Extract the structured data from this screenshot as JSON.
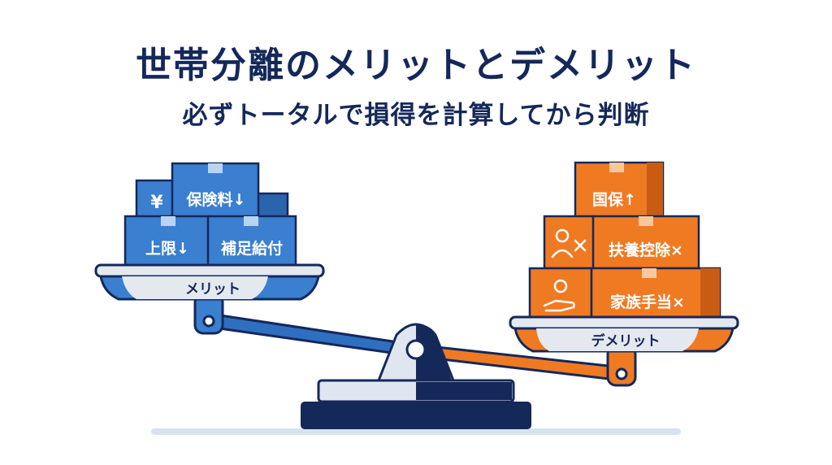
{
  "title": "世帯分離のメリットとデメリット",
  "subtitle": "必ずトータルで損得を計算してから判断",
  "left_pan": {
    "label": "メリット",
    "boxes": [
      {
        "label": "¥"
      },
      {
        "label": "保険料↓"
      },
      {
        "label": "上限↓"
      },
      {
        "label": "補足給付"
      }
    ]
  },
  "right_pan": {
    "label": "デメリット",
    "boxes": [
      {
        "label": "国保↑"
      },
      {
        "label": "扶養控除×"
      },
      {
        "label": "家族手当×"
      }
    ]
  },
  "colors": {
    "navy": "#14285a",
    "blue": "#3a7fd0",
    "blue_dark": "#2a64ad",
    "orange": "#f07a22",
    "orange_dark": "#c95c12",
    "silver": "#e4e9f0"
  }
}
